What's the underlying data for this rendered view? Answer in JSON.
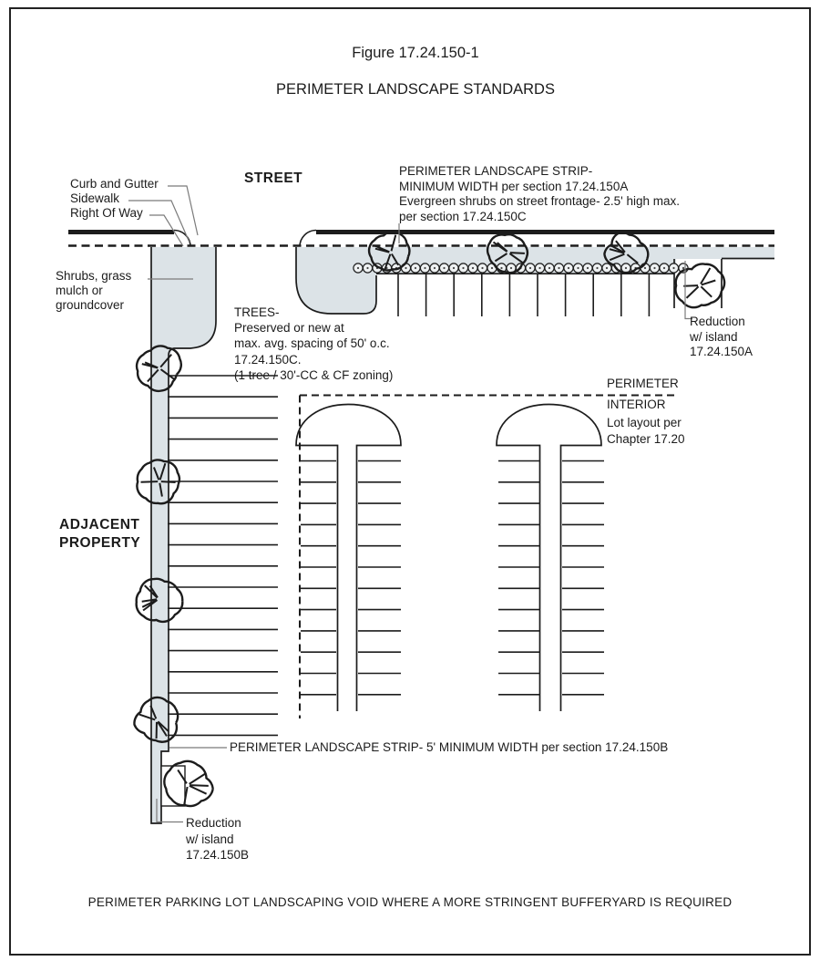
{
  "figure": {
    "title_line1": "Figure 17.24.150-1",
    "title_line2": "PERIMETER LANDSCAPE STANDARDS",
    "footnote": "PERIMETER PARKING LOT LANDSCAPING VOID WHERE A MORE STRINGENT BUFFERYARD IS REQUIRED"
  },
  "labels": {
    "street": "STREET",
    "adjacent_property": [
      "ADJACENT",
      "PROPERTY"
    ],
    "curb_and_gutter": "Curb and Gutter",
    "sidewalk": "Sidewalk",
    "right_of_way": "Right Of Way",
    "groundcover": [
      "Shrubs, grass",
      "mulch or",
      "groundcover"
    ],
    "street_strip_note": [
      "PERIMETER LANDSCAPE STRIP-",
      "MINIMUM WIDTH per section 17.24.150A",
      "Evergreen shrubs on street frontage- 2.5' high max.",
      "per section 17.24.150C"
    ],
    "trees_note": [
      "TREES-",
      "Preserved or new at",
      "max. avg. spacing of 50' o.c.",
      "17.24.150C.",
      "(1 tree / 30'-CC & CF zoning)"
    ],
    "reduction_island_a": [
      "Reduction",
      "w/ island",
      "17.24.150A"
    ],
    "perimeter": "PERIMETER",
    "interior": "INTERIOR",
    "lot_layout": [
      "Lot layout per",
      "Chapter 17.20"
    ],
    "side_strip_note": "PERIMETER LANDSCAPE STRIP- 5' MINIMUM WIDTH per section 17.24.150B",
    "reduction_island_b": [
      "Reduction",
      "w/ island",
      "17.24.150B"
    ]
  },
  "symbols": {
    "tree": "deciduous-tree-plan-symbol",
    "shrub": "evergreen-shrub-row-symbol"
  },
  "colors": {
    "background": "#ffffff",
    "landscape_fill": "#dce3e7",
    "line": "#1c1c1c",
    "leader": "#7b7b7b",
    "shrub_fill": "#eef1f2",
    "frame": "#222222"
  }
}
